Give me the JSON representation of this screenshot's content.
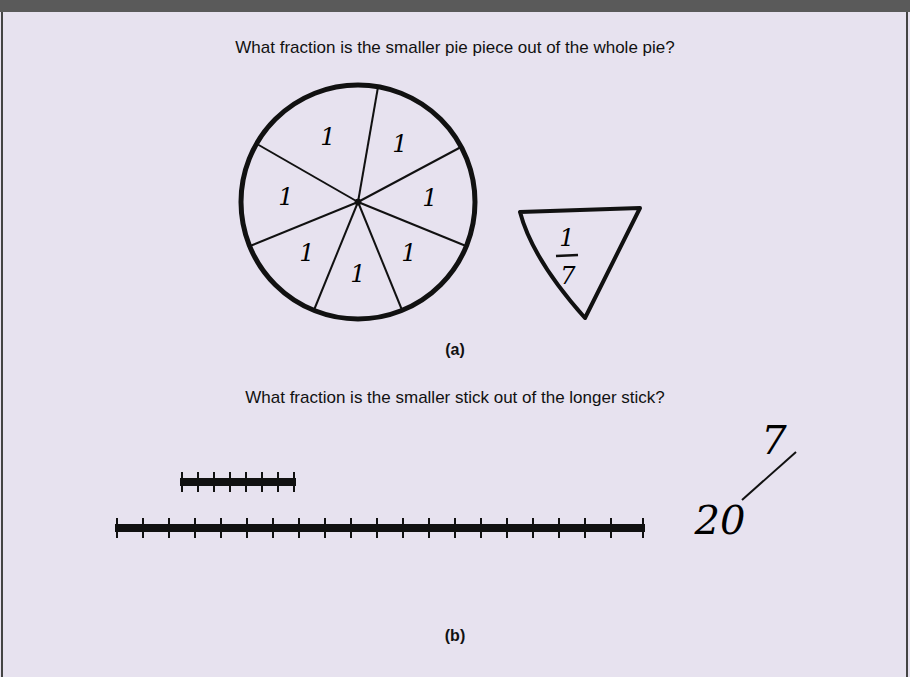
{
  "diagram": {
    "labels": [
      "What fraction is the smaller pie piece out of the whole pie?",
      "1",
      "1",
      "1",
      "1",
      "1",
      "1",
      "1",
      "1",
      "7",
      "(a)",
      "What fraction is the smaller stick out of the longer stick?",
      "7",
      "20",
      "(b)"
    ]
  }
}
